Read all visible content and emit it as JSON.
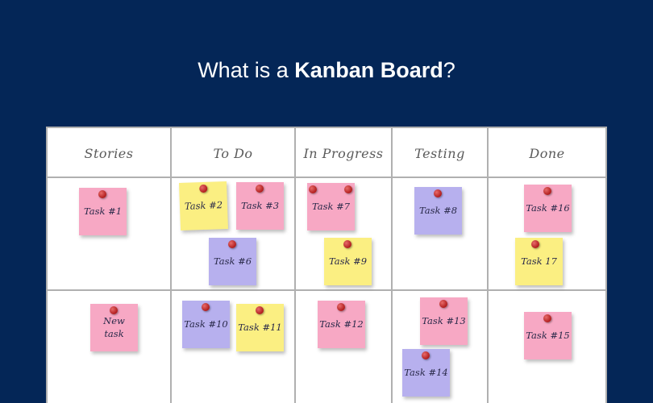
{
  "title": {
    "prefix": "What is a ",
    "bold": "Kanban Board",
    "suffix": "?"
  },
  "columns": [
    "Stories",
    "To Do",
    "In Progress",
    "Testing",
    "Done"
  ],
  "notes": {
    "task1": "Task #1",
    "task2": "Task #2",
    "task3": "Task #3",
    "task6": "Task #6",
    "task7": "Task #7",
    "task9": "Task #9",
    "task8": "Task #8",
    "task16": "Task #16",
    "task17": "Task 17",
    "new_task": "New task",
    "task10": "Task #10",
    "task11": "Task #11",
    "task12": "Task #12",
    "task13": "Task #13",
    "task14": "Task #14",
    "task15": "Task #15"
  },
  "colors": {
    "background": "#042657",
    "pink_note": "#f7a8c4",
    "yellow_note": "#fbef82",
    "purple_note": "#b7b0ee",
    "pin": "#c62828",
    "grid": "#b0b0b0"
  }
}
